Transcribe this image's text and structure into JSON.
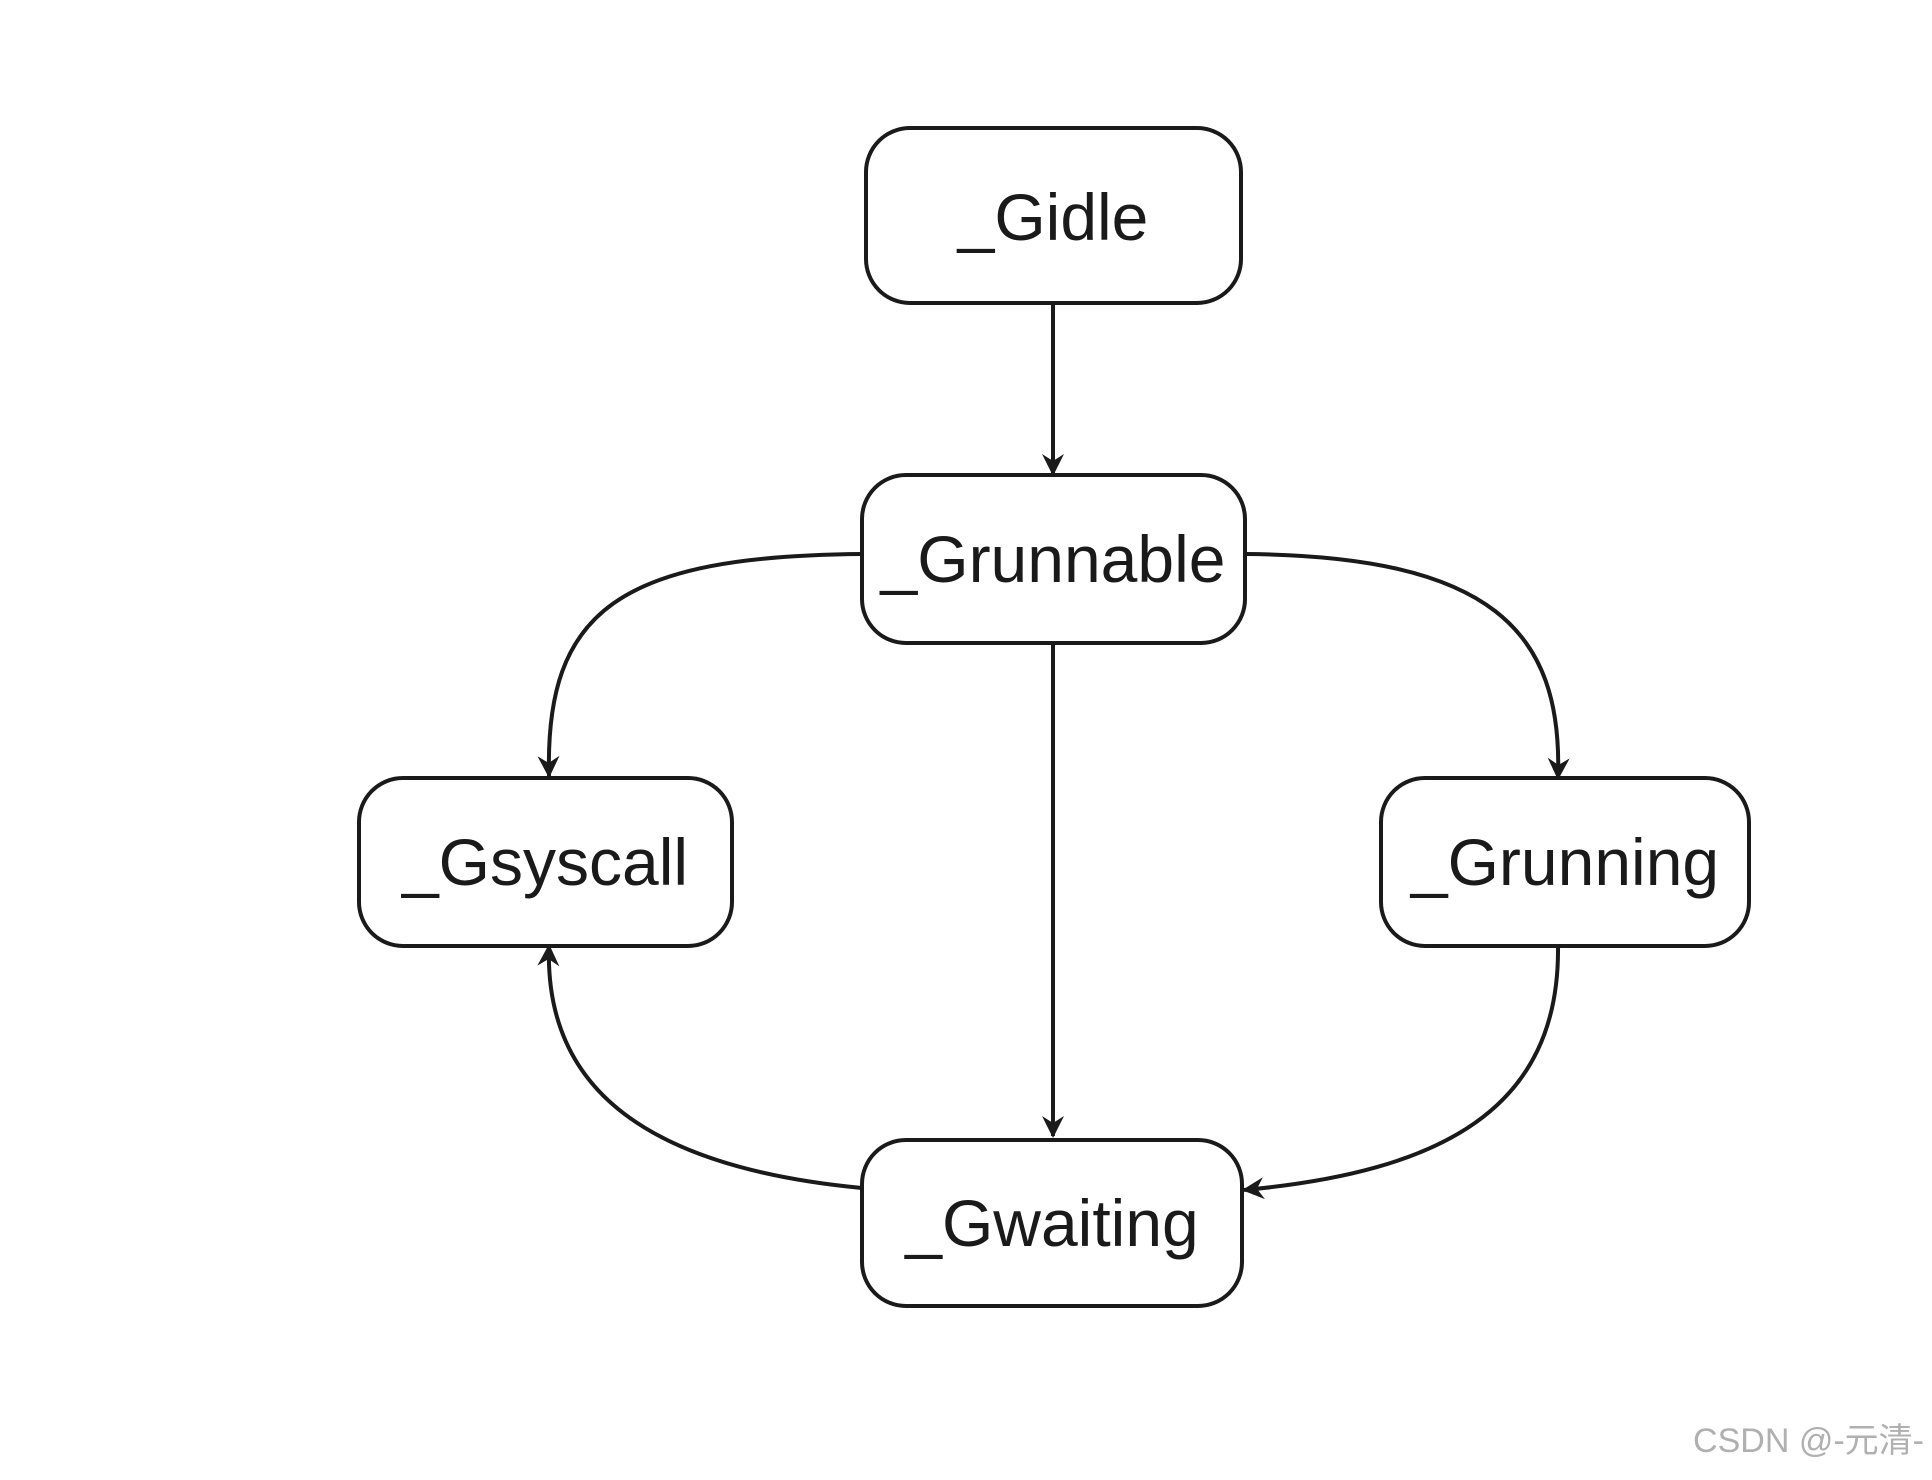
{
  "diagram": {
    "nodes": {
      "gidle": "_Gidle",
      "grunnable": "_Grunnable",
      "gsyscall": "_Gsyscall",
      "grunning": "_Grunning",
      "gwaiting": "_Gwaiting"
    },
    "edges": [
      {
        "from": "gidle",
        "to": "grunnable"
      },
      {
        "from": "grunnable",
        "to": "gsyscall"
      },
      {
        "from": "grunnable",
        "to": "grunning"
      },
      {
        "from": "grunnable",
        "to": "gwaiting"
      },
      {
        "from": "grunning",
        "to": "gwaiting"
      },
      {
        "from": "gwaiting",
        "to": "gsyscall"
      }
    ]
  },
  "watermark": "CSDN @-元清-",
  "colors": {
    "stroke": "#1a1a1a",
    "background": "#ffffff",
    "watermark": "#b0b0b0"
  }
}
